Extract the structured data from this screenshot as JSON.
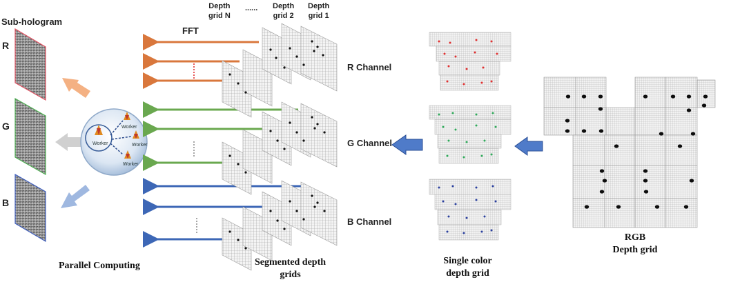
{
  "sub_hologram": {
    "title": "Sub-hologram",
    "labels": [
      "R",
      "G",
      "B"
    ]
  },
  "fft_label": "FFT",
  "depth_headers": [
    "Depth\ngrid N",
    "......",
    "Depth\ngrid 2",
    "Depth\ngrid 1"
  ],
  "channels": [
    "R Channel",
    "G Channel",
    "B Channel"
  ],
  "workers": [
    "Worker",
    "Worker",
    "Worker",
    "Worker"
  ],
  "captions": {
    "parallel": "Parallel Computing",
    "segmented": "Segmented depth\ngrids",
    "single": "Single color\ndepth grid",
    "rgb": "RGB\nDepth grid"
  },
  "colors": {
    "red": "#d9773c",
    "green": "#6aa84f",
    "blue": "#3d67b6",
    "dot_red": "#e03030",
    "dot_green": "#2faa5a",
    "dot_blue": "#2a3f9e",
    "arrow_fill": "#4f7bc9"
  },
  "icons": [
    "worker-icon",
    "arrow-left-icon"
  ]
}
